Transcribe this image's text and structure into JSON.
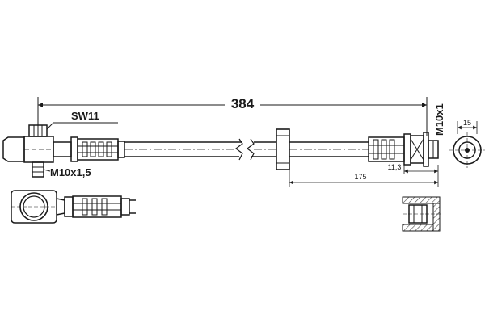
{
  "drawing": {
    "overall_length": "384",
    "wrench_size": "SW11",
    "left_thread": "M10x1,5",
    "right_thread": "M10x1",
    "sleeve_distance": "175",
    "end_dimension": "11,3",
    "end_diameter": "15"
  },
  "colors": {
    "line": "#1a1a1a",
    "hatch": "#444444"
  }
}
